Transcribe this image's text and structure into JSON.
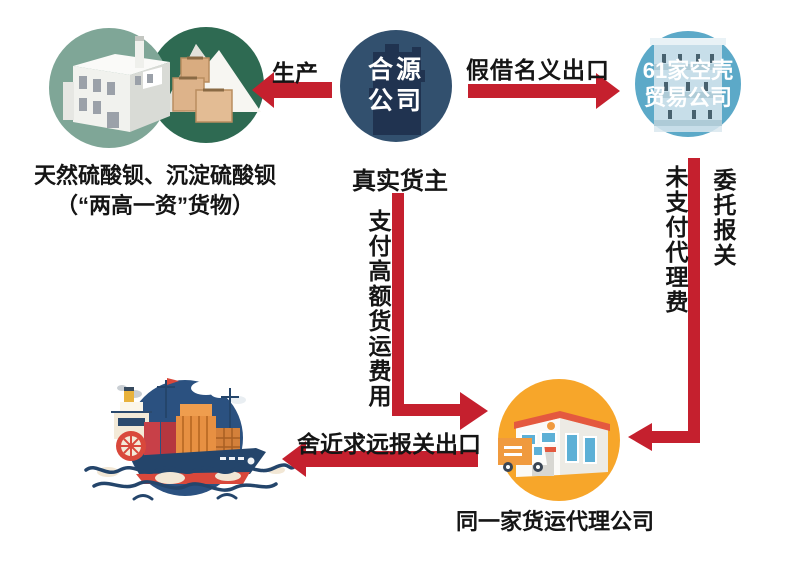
{
  "diagram": {
    "title_hint": "export scheme flow diagram",
    "nodes": {
      "producer": {
        "caption_line1": "天然硫酸钡、沉淀硫酸钡",
        "caption_line2": "（“两高一资”货物）"
      },
      "heyuan": {
        "name_line1": "合源",
        "name_line2": "公司",
        "role_caption": "真实货主"
      },
      "shell": {
        "name_line1": "61家空壳",
        "name_line2": "贸易公司"
      },
      "freight": {
        "caption": "同一家货运代理公司"
      },
      "ship": {
        "caption": ""
      }
    },
    "edges": {
      "produce_label": "生产",
      "fake_export_label": "假借名义出口",
      "entrust_label": "委托报关",
      "unpaid_label": "未支付代理费",
      "pay_freight_label": "支付高额货运费用",
      "detour_label": "舍近求远报关出口"
    },
    "colors": {
      "arrow_red": "#c5202e",
      "heyuan_navy": "#32506e",
      "heyuan_silhouette": "#203350",
      "shell_blue": "#5ca9c8",
      "freight_yellow": "#f7a62a",
      "producer_green_light": "#7fa697",
      "producer_green_dark": "#2e6a52",
      "ship_navy": "#2b5180",
      "text_black": "#151515"
    }
  }
}
